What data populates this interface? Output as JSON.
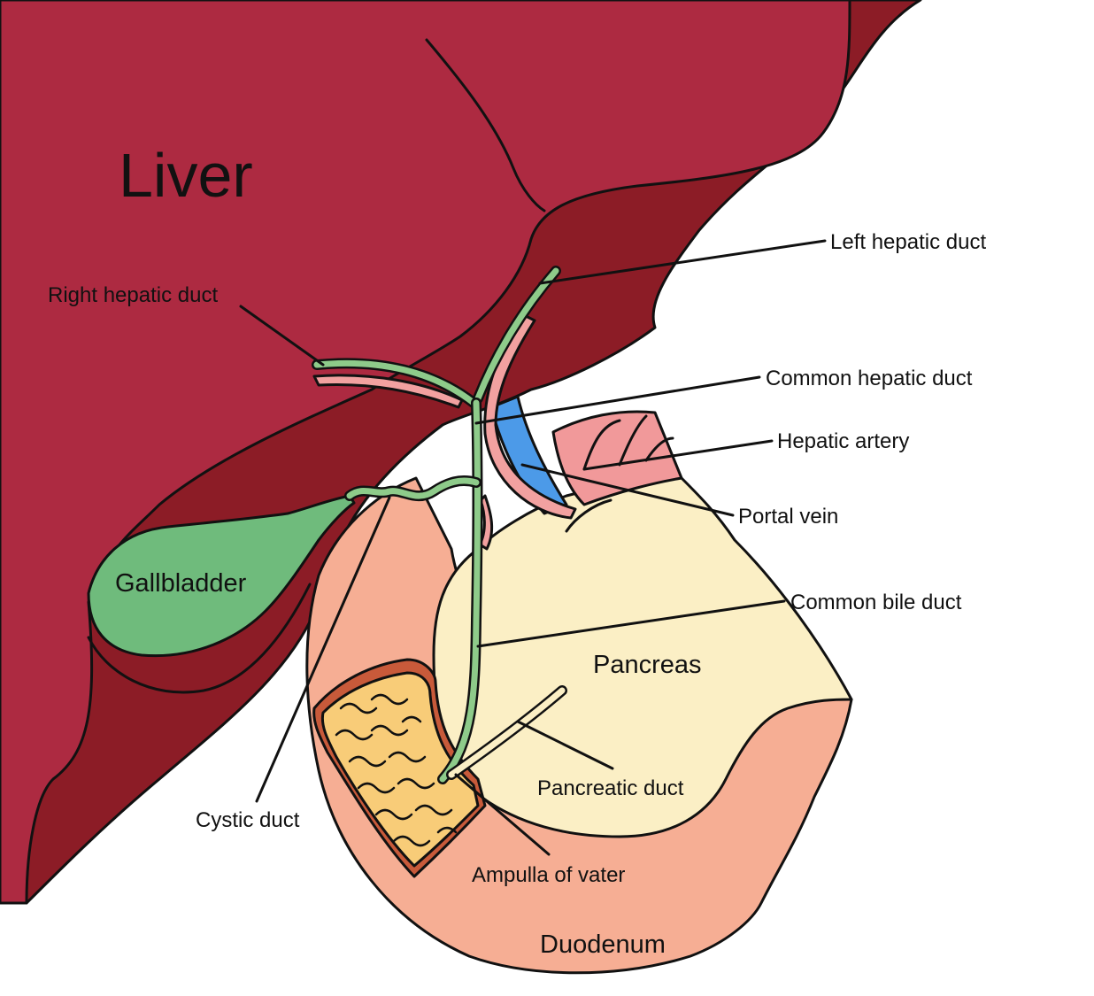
{
  "organs": {
    "liver": "Liver",
    "gallbladder": "Gallbladder",
    "pancreas": "Pancreas",
    "duodenum": "Duodenum"
  },
  "labels": {
    "left_hepatic_duct": "Left hepatic duct",
    "right_hepatic_duct": "Right hepatic duct",
    "common_hepatic_duct": "Common hepatic duct",
    "hepatic_artery": "Hepatic artery",
    "portal_vein": "Portal vein",
    "common_bile_duct": "Common bile duct",
    "pancreatic_duct": "Pancreatic duct",
    "cystic_duct": "Cystic duct",
    "ampulla_of_vater": "Ampulla of vater"
  },
  "colors": {
    "liver_front": "#ad2a41",
    "liver_back": "#8c1c26",
    "gallbladder": "#6fbb7c",
    "bile_duct": "#8ecb8a",
    "hepatic_artery": "#f2a1a0",
    "portal_vein": "#4c9ae8",
    "pancreas": "#fbefc5",
    "duodenum": "#f6ae94",
    "duodenum_wall": "#c85a3a",
    "duodenum_lumen": "#f8cc78",
    "pancreas_top": "#f1999a"
  }
}
